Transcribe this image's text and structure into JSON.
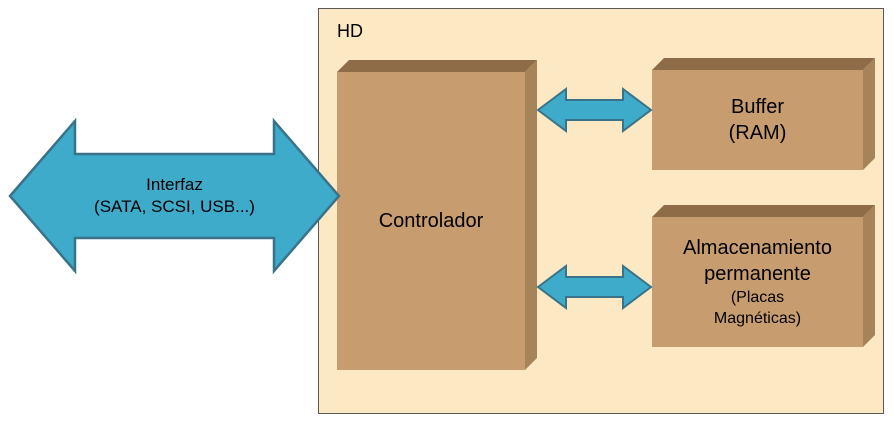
{
  "colors": {
    "container_bg": "#FCE9C3",
    "container_border": "#595959",
    "box_front": "#C79D6F",
    "box_top": "#8D6C47",
    "box_side": "#A7835A",
    "arrow_fill": "#3EABCB",
    "arrow_stroke": "#3A7389"
  },
  "diagram": {
    "hd_label": "HD",
    "interfaz_arrow": {
      "line1": "Interfaz",
      "line2": "(SATA, SCSI, USB...)"
    },
    "controlador": {
      "label": "Controlador"
    },
    "buffer": {
      "line1": "Buffer",
      "line2": "(RAM)"
    },
    "almacenamiento": {
      "line1": "Almacenamiento",
      "line2": "permanente",
      "line3": "(Placas",
      "line4": "Magnéticas)"
    }
  }
}
